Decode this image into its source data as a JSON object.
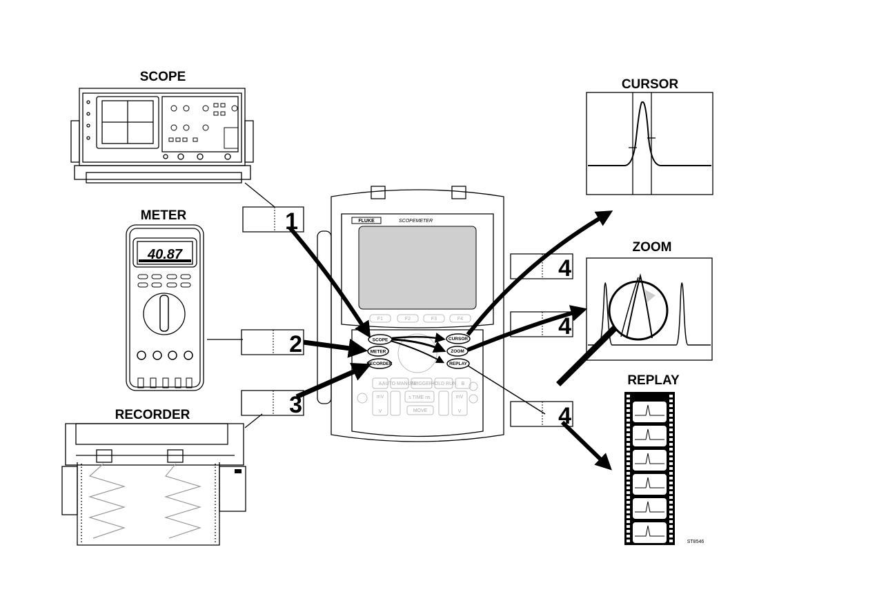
{
  "modes": {
    "scope": {
      "title": "SCOPE",
      "step": "1"
    },
    "meter": {
      "title": "METER",
      "step": "2",
      "display_value": "40.87"
    },
    "recorder": {
      "title": "RECORDER",
      "step": "3"
    }
  },
  "functions": {
    "cursor": {
      "title": "CURSOR",
      "step": "4"
    },
    "zoom": {
      "title": "ZOOM",
      "step": "4"
    },
    "replay": {
      "title": "REPLAY",
      "step": "4"
    }
  },
  "device": {
    "brand": "FLUKE",
    "model": "SCOPEMETER",
    "function_keys": [
      "F1",
      "F2",
      "F3",
      "F4"
    ],
    "mode_buttons": [
      "SCOPE",
      "METER",
      "RECORDER"
    ],
    "function_buttons": [
      "CURSOR",
      "ZOOM",
      "REPLAY"
    ],
    "keypad": {
      "a": "A",
      "b": "B",
      "auto": "AUTO MANUAL",
      "trigger": "TRIGGER",
      "hold": "HOLD RUN",
      "mv_left": "mV",
      "v_left": "V",
      "time": "s  TIME  ns",
      "move": "MOVE",
      "mv_right": "mV",
      "v_right": "V"
    }
  },
  "figure_code": "ST8546"
}
